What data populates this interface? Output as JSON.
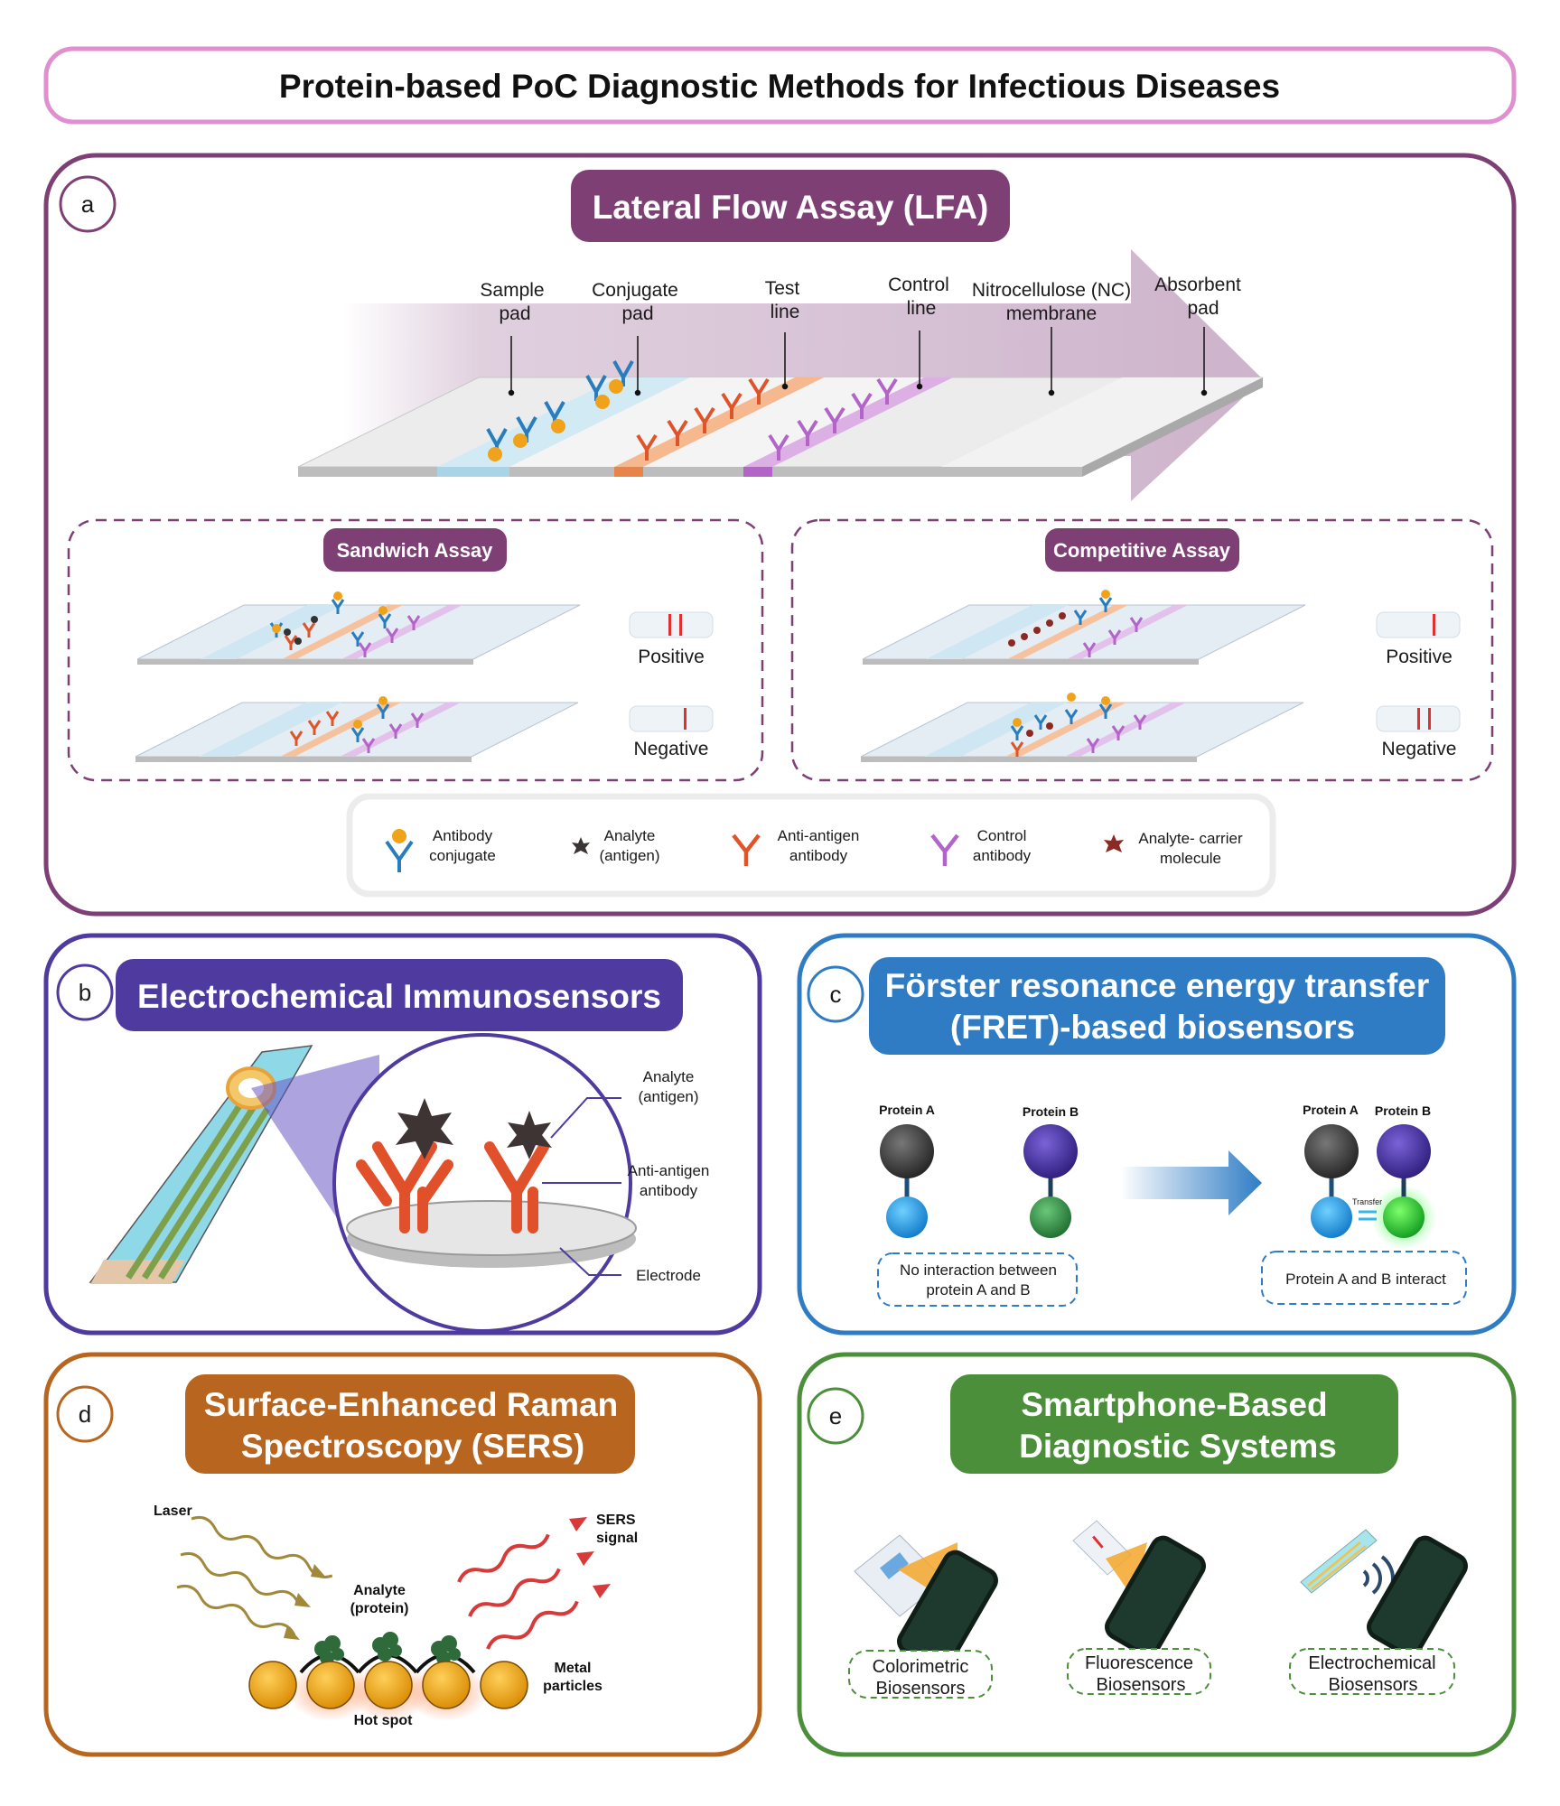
{
  "main_title": "Protein-based PoC Diagnostic Methods for Infectious Diseases",
  "colors": {
    "title_border": "#e08fd0",
    "lfa": "#7d3f74",
    "electro": "#4f3aa0",
    "fret": "#2f7cc4",
    "sers": "#b8651f",
    "smartphone": "#4b8f3a",
    "test_line": "#e8834a",
    "control_line": "#b364c9"
  },
  "panel_a": {
    "letter": "a",
    "title": "Lateral Flow Assay (LFA)",
    "strip_labels": [
      {
        "l1": "Sample",
        "l2": "pad"
      },
      {
        "l1": "Conjugate",
        "l2": "pad"
      },
      {
        "l1": "Test",
        "l2": "line"
      },
      {
        "l1": "Control",
        "l2": "line"
      },
      {
        "l1": "Nitrocellulose (NC)",
        "l2": "membrane"
      },
      {
        "l1": "Absorbent",
        "l2": "pad"
      }
    ],
    "sandwich": {
      "title": "Sandwich Assay",
      "positive": "Positive",
      "negative": "Negative"
    },
    "competitive": {
      "title": "Competitive Assay",
      "positive": "Positive",
      "negative": "Negative"
    },
    "legend": [
      {
        "icon": "antibody-conjugate-icon",
        "l1": "Antibody",
        "l2": "conjugate"
      },
      {
        "icon": "analyte-antigen-icon",
        "l1": "Analyte",
        "l2": "(antigen)"
      },
      {
        "icon": "anti-antigen-antibody-icon",
        "l1": "Anti-antigen",
        "l2": "antibody"
      },
      {
        "icon": "control-antibody-icon",
        "l1": "Control",
        "l2": "antibody"
      },
      {
        "icon": "analyte-carrier-icon",
        "l1": "Analyte- carrier",
        "l2": "molecule"
      }
    ]
  },
  "panel_b": {
    "letter": "b",
    "title": "Electrochemical Immunosensors",
    "labels": [
      {
        "l1": "Analyte",
        "l2": "(antigen)"
      },
      {
        "l1": "Anti-antigen",
        "l2": "antibody"
      },
      {
        "l1": "Electrode",
        "l2": ""
      }
    ]
  },
  "panel_c": {
    "letter": "c",
    "title_line1": "Förster resonance energy transfer",
    "title_line2": "(FRET)-based biosensors",
    "protein_a": "Protein A",
    "protein_b": "Protein B",
    "transfer": "Transfer",
    "no_interaction_l1": "No interaction between",
    "no_interaction_l2": "protein A and B",
    "interact": "Protein A and B interact"
  },
  "panel_d": {
    "letter": "d",
    "title_line1": "Surface-Enhanced Raman",
    "title_line2": "Spectroscopy (SERS)",
    "laser": "Laser",
    "sers_signal_l1": "SERS",
    "sers_signal_l2": "signal",
    "analyte_l1": "Analyte",
    "analyte_l2": "(protein)",
    "metal_l1": "Metal",
    "metal_l2": "particles",
    "hot_spot": "Hot spot"
  },
  "panel_e": {
    "letter": "e",
    "title_line1": "Smartphone-Based",
    "title_line2": "Diagnostic Systems",
    "items": [
      {
        "l1": "Colorimetric",
        "l2": "Biosensors"
      },
      {
        "l1": "Fluorescence",
        "l2": "Biosensors"
      },
      {
        "l1": "Electrochemical",
        "l2": "Biosensors"
      }
    ]
  }
}
